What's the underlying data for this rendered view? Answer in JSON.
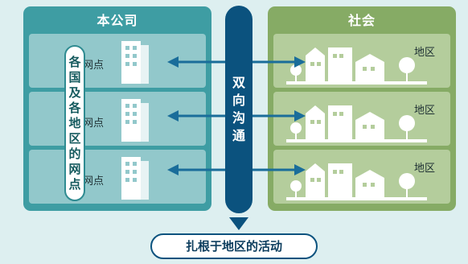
{
  "company": {
    "title": "本公司",
    "vertical_chars": [
      "各",
      "国",
      "及",
      "各",
      "地",
      "区",
      "的",
      "网",
      "点"
    ],
    "nodes": [
      {
        "label": "网点"
      },
      {
        "label": "网点"
      },
      {
        "label": "网点"
      }
    ]
  },
  "society": {
    "title": "社会",
    "regions": [
      {
        "label": "地区"
      },
      {
        "label": "地区"
      },
      {
        "label": "地区"
      }
    ]
  },
  "communication": {
    "chars": [
      "双",
      "向",
      "沟",
      "通"
    ]
  },
  "banner": {
    "text": "扎根于地区的活动"
  },
  "colors": {
    "background": "#ddeff0",
    "company_panel": "#3e9da3",
    "company_row": "#92c8cb",
    "society_panel": "#86ab65",
    "society_row": "#b4cd9c",
    "pill": "#0b527e",
    "arrow": "#1a6d9a"
  }
}
